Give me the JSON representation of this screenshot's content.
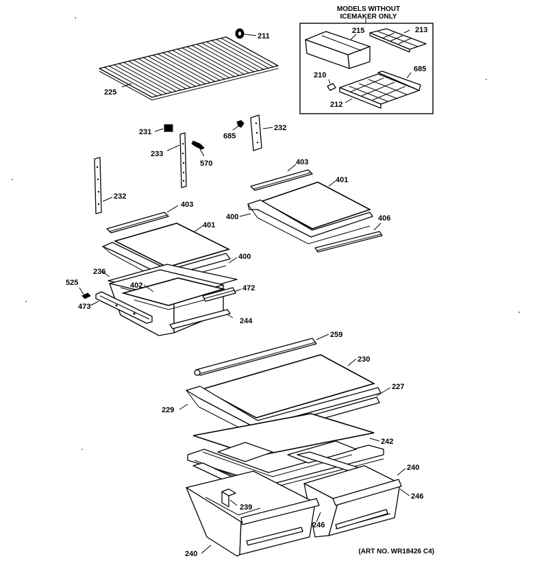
{
  "inset": {
    "heading_line1": "MODELS WITHOUT",
    "heading_line2": "ICEMAKER ONLY"
  },
  "art_number": "(ART NO. WR18426 C4)",
  "callouts": {
    "c211": "211",
    "c225": "225",
    "c215": "215",
    "c213": "213",
    "c210": "210",
    "c685a": "685",
    "c212": "212",
    "c231": "231",
    "c233": "233",
    "c570": "570",
    "c685b": "685",
    "c232a": "232",
    "c232b": "232",
    "c403a": "403",
    "c401a": "401",
    "c400a": "400",
    "c406": "406",
    "c403b": "403",
    "c401b": "401",
    "c400b": "400",
    "c236": "236",
    "c525": "525",
    "c402": "402",
    "c472": "472",
    "c473": "473",
    "c244": "244",
    "c259": "259",
    "c230": "230",
    "c227": "227",
    "c229": "229",
    "c242": "242",
    "c240a": "240",
    "c246a": "246",
    "c239": "239",
    "c246b": "246",
    "c240b": "240"
  }
}
